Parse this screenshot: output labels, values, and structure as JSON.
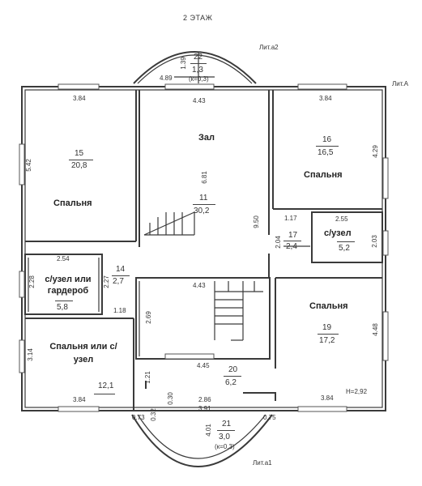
{
  "title": "2 ЭТАЖ",
  "lit_labels": {
    "a2": "Лит.а2",
    "a": "Лит.А",
    "a1": "Лит.а1"
  },
  "rooms": {
    "r22": {
      "num": "22",
      "area": "1,3",
      "k": "(к=0,3)"
    },
    "r15": {
      "num": "15",
      "area": "20,8",
      "name": "Спальня"
    },
    "r11": {
      "num": "11",
      "area": "30,2",
      "name": "Зал"
    },
    "r16": {
      "num": "16",
      "area": "16,5",
      "name": "Спальня"
    },
    "r17": {
      "num": "17",
      "area": "2,4"
    },
    "r18": {
      "area": "5,2",
      "name": "с/узел"
    },
    "r14": {
      "num": "14",
      "area": "2,7"
    },
    "r13": {
      "area": "5,8",
      "name": "с/узел или гардероб"
    },
    "r12": {
      "area": "12,1",
      "name": "Спальня или с/узел"
    },
    "r20": {
      "num": "20",
      "area": "6,2"
    },
    "r19": {
      "num": "19",
      "area": "17,2",
      "name": "Спальня"
    },
    "r21": {
      "num": "21",
      "area": "3,0",
      "k": "(к=0,3)"
    }
  },
  "dims": {
    "d_1_39": "1.39",
    "d_4_89": "4.89",
    "d_4_43_top": "4.43",
    "d_3_84_tl": "3.84",
    "d_3_84_tr": "3.84",
    "d_5_42": "5.42",
    "d_6_81": "6.81",
    "d_4_29": "4.29",
    "d_9_50": "9.50",
    "d_1_17": "1.17",
    "d_2_55": "2.55",
    "d_2_04": "2.04",
    "d_2_03": "2.03",
    "d_2_54": "2.54",
    "d_2_28": "2.28",
    "d_2_27": "2.27",
    "d_4_43_mid": "4.43",
    "d_1_18": "1.18",
    "d_2_69": "2.69",
    "d_3_14": "3.14",
    "d_4_45": "4.45",
    "d_4_48": "4.48",
    "d_1_21": "1.21",
    "d_0_30": "0.30",
    "d_2_86": "2.86",
    "d_3_91": "3.91",
    "d_3_84_bl": "3.84",
    "d_3_84_br": "3.84",
    "d_h": "Н=2,92",
    "d_0_73": "0.73",
    "d_0_32": "0.32",
    "d_0_75": "0.75",
    "d_4_01": "4.01"
  }
}
